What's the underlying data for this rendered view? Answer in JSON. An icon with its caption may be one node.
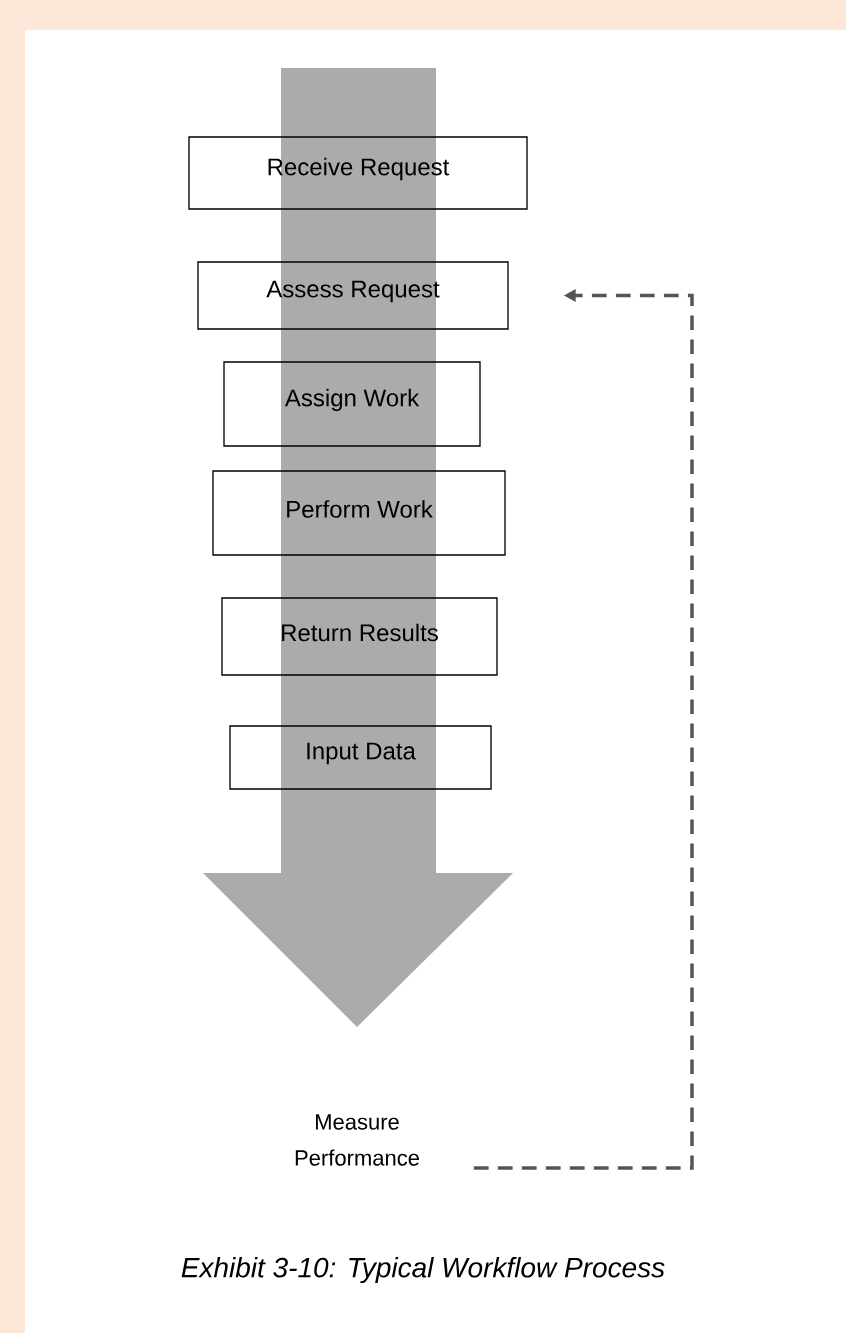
{
  "diagram": {
    "caption": "Exhibit 3-10: Typical Workflow Process",
    "nodes": [
      {
        "text": [
          "Receive Request"
        ]
      },
      {
        "text": [
          "Assess Request"
        ]
      },
      {
        "text": [
          "Assign Work"
        ]
      },
      {
        "text": [
          "Perform Work"
        ]
      },
      {
        "text": [
          "Return Results"
        ]
      },
      {
        "text": [
          "Input Data"
        ]
      },
      {
        "text": [
          "Measure Performance"
        ]
      }
    ],
    "edges": [
      {
        "from": 6,
        "to": 1,
        "arrow": "to",
        "style": "dashed",
        "color": "#555555"
      }
    ]
  }
}
